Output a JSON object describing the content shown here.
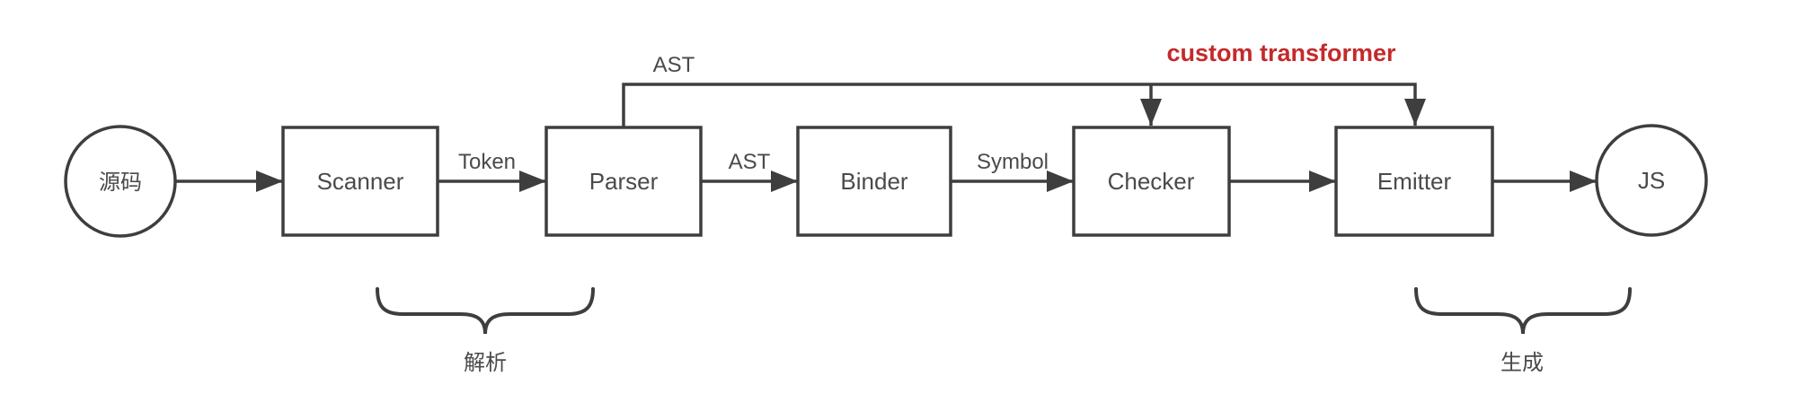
{
  "diagram": {
    "type": "flowchart",
    "description": "Compiler pipeline flow diagram",
    "nodes": {
      "source": {
        "label": "源码",
        "shape": "circle"
      },
      "scanner": {
        "label": "Scanner",
        "shape": "rect"
      },
      "parser": {
        "label": "Parser",
        "shape": "rect"
      },
      "binder": {
        "label": "Binder",
        "shape": "rect"
      },
      "checker": {
        "label": "Checker",
        "shape": "rect"
      },
      "emitter": {
        "label": "Emitter",
        "shape": "rect"
      },
      "js": {
        "label": "JS",
        "shape": "circle"
      }
    },
    "edges": {
      "source_to_scanner": {
        "label": ""
      },
      "scanner_to_parser": {
        "label": "Token"
      },
      "parser_to_binder": {
        "label": "AST"
      },
      "binder_to_checker": {
        "label": "Symbol"
      },
      "checker_to_emitter": {
        "label": ""
      },
      "emitter_to_js": {
        "label": ""
      },
      "parser_top_bypass": {
        "label": "AST",
        "targets": "Checker, Emitter"
      },
      "transformer": {
        "label": "custom transformer",
        "color": "#c42a2b"
      }
    },
    "groups": {
      "parse": {
        "label": "解析"
      },
      "generate": {
        "label": "生成"
      }
    },
    "colors": {
      "line": "#3e3e3e",
      "text": "#4a4a4a",
      "accent_red": "#c42a2b",
      "background": "#ffffff"
    }
  }
}
